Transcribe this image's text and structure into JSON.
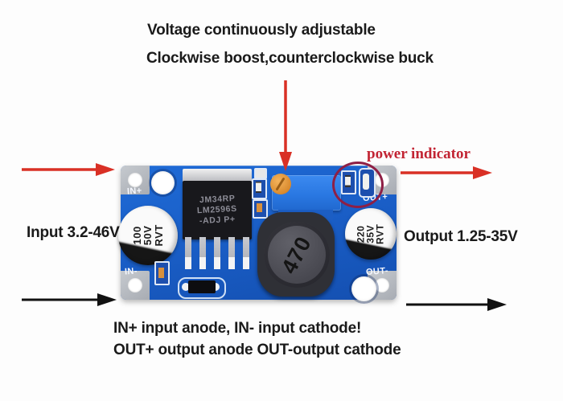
{
  "annotations": {
    "top_line1": "Voltage continuously adjustable",
    "top_line2": "Clockwise boost,counterclockwise buck",
    "power_indicator": "power indicator",
    "input_label": "Input 3.2-46V",
    "output_label": "Output 1.25-35V",
    "bottom_line1": "IN+ input anode, IN- input cathode!",
    "bottom_line2": "OUT+ output anode OUT-output cathode"
  },
  "board": {
    "silkscreen": {
      "in_plus": "IN+",
      "in_minus": "IN-",
      "out_plus": "OUT+",
      "out_minus": "OUT-"
    },
    "ic": {
      "line1": "JM34RP",
      "line2": "LM2596S",
      "line3": "-ADJ P+"
    },
    "cap_input": {
      "line1": "100",
      "line2": "50V",
      "line3": "RVT"
    },
    "cap_output": {
      "line1": "220",
      "line2": "35V",
      "line3": "RVT"
    },
    "inductor_label": "470"
  },
  "colors": {
    "pcb_blue": "#1a5fc8",
    "arrow_red": "#d93025",
    "label_red": "#c22433",
    "indicator_ring": "#8e1f45",
    "annotation_black": "#1a1a1a"
  }
}
